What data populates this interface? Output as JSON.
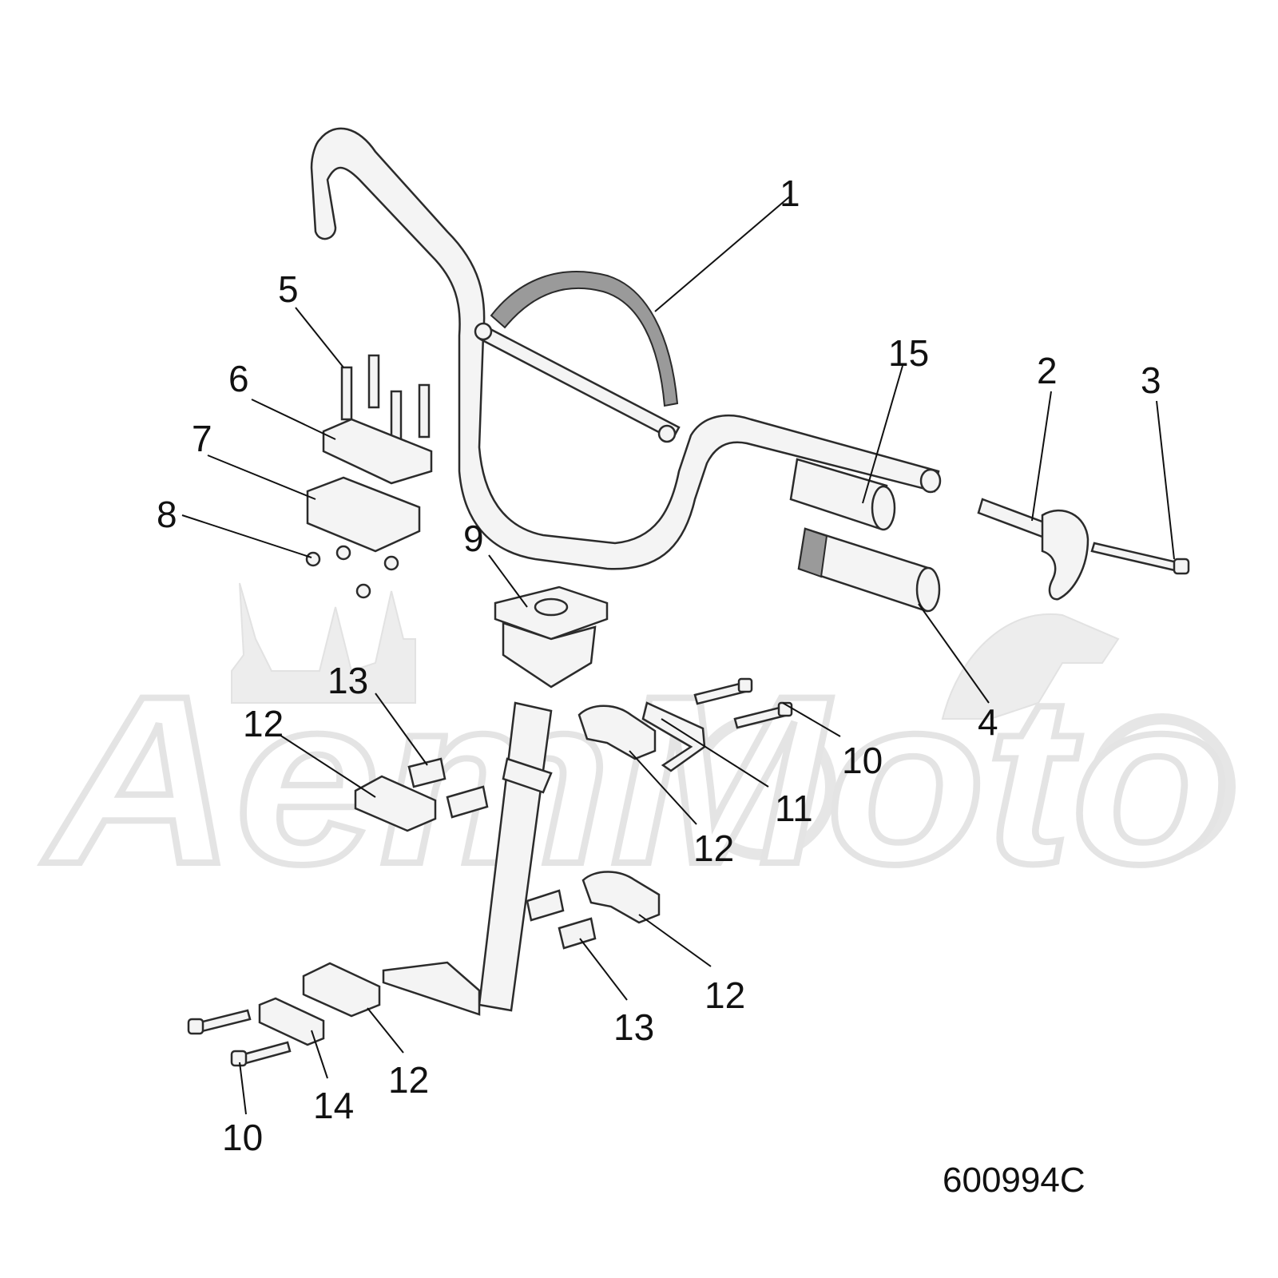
{
  "diagram": {
    "drawing_code": "600994C",
    "watermark_text": "AemMoto",
    "callouts": [
      {
        "id": "c1",
        "label": "1"
      },
      {
        "id": "c2",
        "label": "2"
      },
      {
        "id": "c3",
        "label": "3"
      },
      {
        "id": "c4",
        "label": "4"
      },
      {
        "id": "c5",
        "label": "5"
      },
      {
        "id": "c6",
        "label": "6"
      },
      {
        "id": "c7",
        "label": "7"
      },
      {
        "id": "c8",
        "label": "8"
      },
      {
        "id": "c9",
        "label": "9"
      },
      {
        "id": "c10a",
        "label": "10"
      },
      {
        "id": "c10b",
        "label": "10"
      },
      {
        "id": "c11",
        "label": "11"
      },
      {
        "id": "c12a",
        "label": "12"
      },
      {
        "id": "c12b",
        "label": "12"
      },
      {
        "id": "c12c",
        "label": "12"
      },
      {
        "id": "c12d",
        "label": "12"
      },
      {
        "id": "c13a",
        "label": "13"
      },
      {
        "id": "c13b",
        "label": "13"
      },
      {
        "id": "c14",
        "label": "14"
      },
      {
        "id": "c15",
        "label": "15"
      }
    ]
  }
}
